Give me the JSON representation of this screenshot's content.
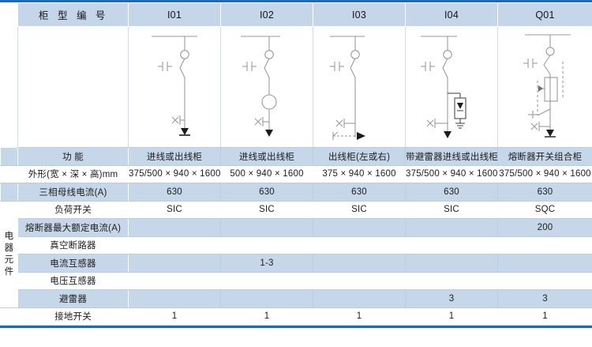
{
  "table": {
    "header": {
      "row_label": "柜 型 编 号",
      "columns": [
        "I01",
        "I02",
        "I03",
        "I04",
        "Q01"
      ]
    },
    "group_label": "电器元件",
    "rows": [
      {
        "label": "功 能",
        "shaded": true,
        "values": [
          "进线或出线柜",
          "进线或出线柜",
          "出线柜(左或右)",
          "带避雷器进线或出线柜",
          "熔断器开关组合柜"
        ]
      },
      {
        "label": "外形(宽 × 深 × 高)mm",
        "shaded": false,
        "values": [
          "375/500 × 940 × 1600",
          "500 × 940 × 1600",
          "375 × 940 × 1600",
          "375/500 × 940 × 1600",
          "375/500 × 940 × 1600"
        ]
      },
      {
        "label": "三相母线电流(A)",
        "shaded": true,
        "values": [
          "630",
          "630",
          "630",
          "630",
          "630"
        ]
      },
      {
        "label": "负荷开关",
        "shaded": false,
        "in_group": true,
        "values": [
          "SIC",
          "SIC",
          "SIC",
          "SIC",
          "SQC"
        ]
      },
      {
        "label": "熔断器最大额定电流(A)",
        "shaded": true,
        "in_group": true,
        "values": [
          "",
          "",
          "",
          "",
          "200"
        ]
      },
      {
        "label": "真空断路器",
        "shaded": false,
        "in_group": true,
        "values": [
          "",
          "",
          "",
          "",
          ""
        ]
      },
      {
        "label": "电流互感器",
        "shaded": true,
        "in_group": true,
        "values": [
          "",
          "1-3",
          "",
          "",
          ""
        ]
      },
      {
        "label": "电压互感器",
        "shaded": false,
        "in_group": true,
        "values": [
          "",
          "",
          "",
          "",
          ""
        ]
      },
      {
        "label": "避雷器",
        "shaded": true,
        "in_group": true,
        "values": [
          "",
          "",
          "",
          "3",
          "3"
        ]
      },
      {
        "label": "接地开关",
        "shaded": false,
        "in_group": false,
        "values": [
          "1",
          "1",
          "1",
          "1",
          "1"
        ]
      }
    ],
    "diagrams": [
      {
        "name": "schematic-I01",
        "elements": [
          "busbar",
          "load-switch",
          "earthing-switch",
          "cable-termination"
        ]
      },
      {
        "name": "schematic-I02",
        "elements": [
          "busbar",
          "load-switch",
          "earthing-switch",
          "current-transformer",
          "cable-termination"
        ]
      },
      {
        "name": "schematic-I03",
        "elements": [
          "busbar",
          "load-switch",
          "earthing-switch",
          "outgoing-arrow"
        ]
      },
      {
        "name": "schematic-I04",
        "elements": [
          "busbar",
          "load-switch",
          "earthing-switch",
          "surge-arrester",
          "ground",
          "cable-termination"
        ]
      },
      {
        "name": "schematic-Q01",
        "elements": [
          "busbar",
          "load-switch",
          "fuse",
          "tripping-linkage",
          "earthing-switch",
          "cable-termination"
        ]
      }
    ]
  },
  "colors": {
    "rule": "#1f6cb4",
    "header_fill": "#c5d5ea",
    "shade_fill": "#c7d7ea",
    "plain_fill": "#ffffff",
    "grid": "#b9cde4",
    "line": "#9a9a9a",
    "text": "#1c1c1c"
  }
}
